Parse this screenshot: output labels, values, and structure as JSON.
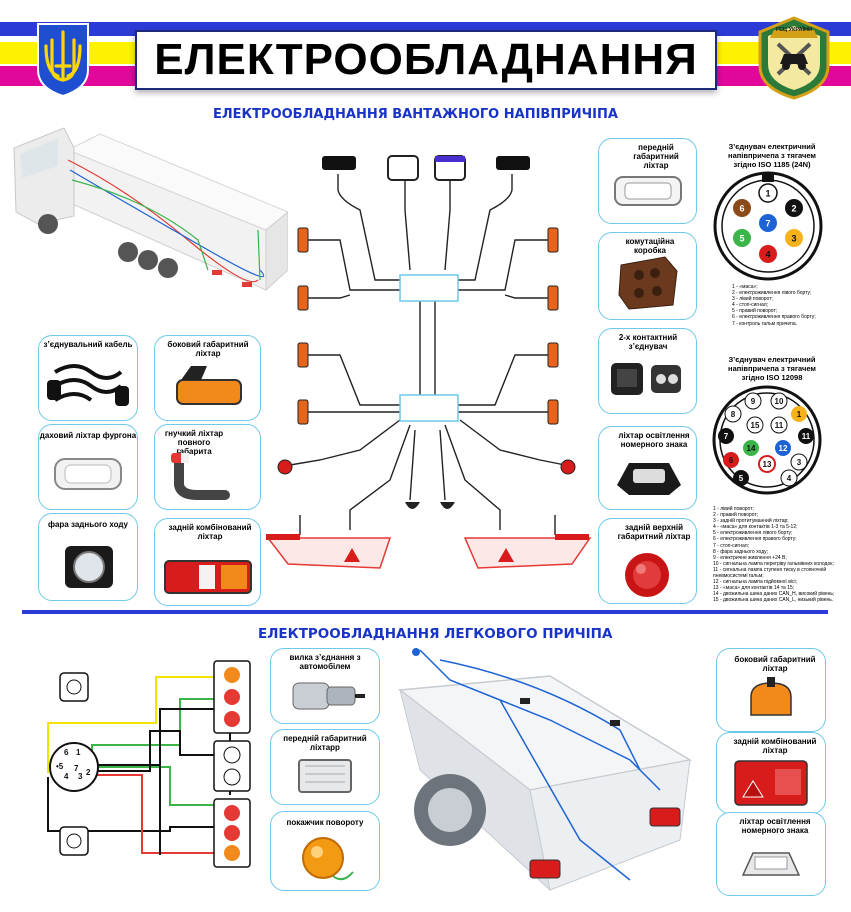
{
  "header": {
    "title": "ЕЛЕКТРООБЛАДНАННЯ",
    "badge_text": "ГСЦ УКРАЇНИ"
  },
  "colors": {
    "blue": "#2c3bd6",
    "yellow": "#fff200",
    "magenta": "#e0079a",
    "callout_border": "#6ec9e8",
    "section_title": "#1833c8"
  },
  "sections": {
    "semitrailer_title": "ЕЛЕКТРООБЛАДНАННЯ ВАНТАЖНОГО НАПІВПРИЧІПА",
    "car_trailer_title": "ЕЛЕКТРООБЛАДНАННЯ ЛЕГКОВОГО ПРИЧІПА"
  },
  "semitrailer": {
    "components": {
      "front_marker": "передній габаритний ліхтар",
      "junction_box": "комутаційна коробка",
      "two_pin_connector": "2-х контактний з’єднувач",
      "plate_light": "ліхтар освітлення номерного знака",
      "rear_top_marker": "задній верхній габаритний ліхтар",
      "connecting_cable": "з’єднувальний кабель",
      "side_marker": "боковий габаритний ліхтар",
      "roof_light": "даховий ліхтар фургона",
      "flexible_marker": "гнучкий ліхтар повного габарита",
      "reverse_lamp": "фара заднього ходу",
      "rear_combo": "задній комбінований ліхтар"
    },
    "connector_24n": {
      "title": "З’єднувач електричний напівпричепа з тягачем згідно ISO 1185 (24N)",
      "pins": [
        "1",
        "2",
        "3",
        "4",
        "5",
        "6",
        "7"
      ],
      "legend": [
        "1 - «маса»;",
        "2 - електроживлення лівого борту;",
        "3 - лівий поворот;",
        "4 - стоп-сигнал;",
        "5 - правий поворот;",
        "6 - електроживлення правого борту;",
        "7 - контроль гальм причепа."
      ]
    },
    "connector_12098": {
      "title": "З’єднувач електричний напівпричепа з тягачем згідно ISO 12098",
      "pins": [
        "1",
        "2",
        "3",
        "4",
        "5",
        "6",
        "7",
        "8",
        "9",
        "10",
        "11",
        "12",
        "13",
        "14",
        "15"
      ],
      "legend": [
        "1 - лівий поворот;",
        "2 - правий поворот;",
        "3 - задній протитуманний ліхтар;",
        "4 - «маса» для контактів 1-3 та 5-12;",
        "5 - електроживлення лівого борту;",
        "6 - електроживлення правого борту;",
        "7 - стоп-сигнал;",
        "8 - фара заднього ходу;",
        "9 - електричне живлення +24 В;",
        "10 - сигнальна лампа перегріву гальмівних колодок;",
        "11 - сигнальна лампа ступеня тиску в стояночній",
        "пневмосистемі гальм;",
        "12 - сигнальна лампа підйомної вісі;",
        "13 - «маса» для контактів 14 та 15;",
        "14 - двожильна шина даних CAN_H, високий рівень;",
        "15 - двожильна шина даних CAN_L, низький рівень."
      ]
    }
  },
  "car_trailer": {
    "components": {
      "plug": "вилка з’єднання з автомобілем",
      "front_marker": "передній габаритний ліхтарр",
      "turn_signal": "покажчик повороту",
      "side_marker": "боковий габаритний ліхтар",
      "rear_combo": "задній комбінований ліхтар",
      "plate_light": "ліхтар освітлення номерного знака"
    },
    "socket_pins": [
      "1",
      "2",
      "3",
      "4",
      "5",
      "6",
      "7"
    ]
  }
}
